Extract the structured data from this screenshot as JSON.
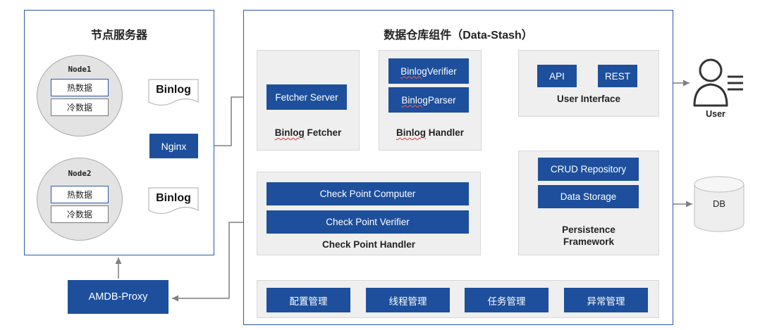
{
  "node_server": {
    "title": "节点服务器",
    "nodes": [
      {
        "label": "Node1",
        "hot": "热数据",
        "cold": "冷数据"
      },
      {
        "label": "Node2",
        "hot": "热数据",
        "cold": "冷数据"
      }
    ],
    "binlog_top": "Binlog",
    "binlog_bottom": "Binlog",
    "nginx": "Nginx"
  },
  "proxy": {
    "label": "AMDB-Proxy"
  },
  "stash": {
    "title": "数据仓库组件（Data-Stash）",
    "fetcher": {
      "server": "Fetcher Server",
      "title_a": "Binlog",
      "title_b": " Fetcher"
    },
    "handler": {
      "verifier_a": "Binlog",
      "verifier_b": " Verifier",
      "parser_a": "Binlog",
      "parser_b": " Parser",
      "title_a": "Binlog",
      "title_b": " Handler"
    },
    "user_interface": {
      "api": "API",
      "rest": "REST",
      "title": "User Interface"
    },
    "checkpoint": {
      "computer": "Check Point Computer",
      "verifier": "Check Point Verifier",
      "title": "Check Point Handler"
    },
    "persistence": {
      "crud": "CRUD Repository",
      "storage": "Data Storage",
      "title_line1": "Persistence",
      "title_line2": "Framework"
    },
    "management": [
      "配置管理",
      "线程管理",
      "任务管理",
      "异常管理"
    ]
  },
  "external": {
    "user": "User",
    "db": "DB"
  },
  "colors": {
    "accent": "#1d4f9c",
    "frame": "#2b59a8",
    "panel": "#efefef",
    "arrow": "#7f7f7f"
  }
}
